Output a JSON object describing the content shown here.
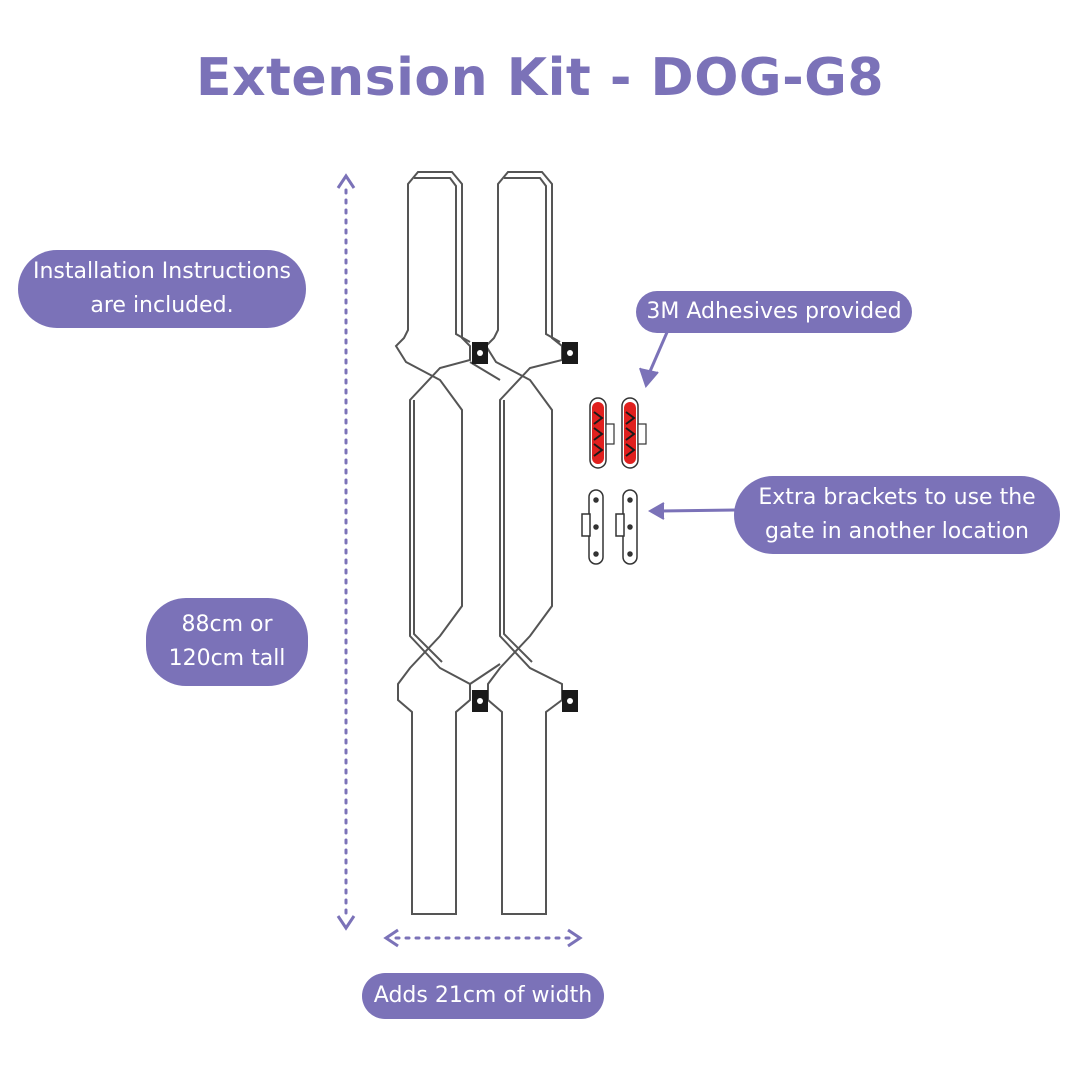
{
  "title": "Extension Kit - DOG-G8",
  "callouts": {
    "instructions": [
      "Installation Instructions",
      "are included."
    ],
    "adhesives": "3M Adhesives provided",
    "brackets": [
      "Extra brackets to use the",
      "gate in another location"
    ],
    "height": [
      "88cm or",
      "120cm tall"
    ],
    "width": "Adds 21cm of width"
  },
  "colors": {
    "accent": "#7b72b8",
    "adhesive_red": "#e0201e",
    "line": "#444444"
  },
  "icons": [
    "vertical-dimension-arrow-icon",
    "horizontal-dimension-arrow-icon",
    "gate-panel-icon",
    "adhesive-strip-icon",
    "wall-bracket-icon"
  ]
}
